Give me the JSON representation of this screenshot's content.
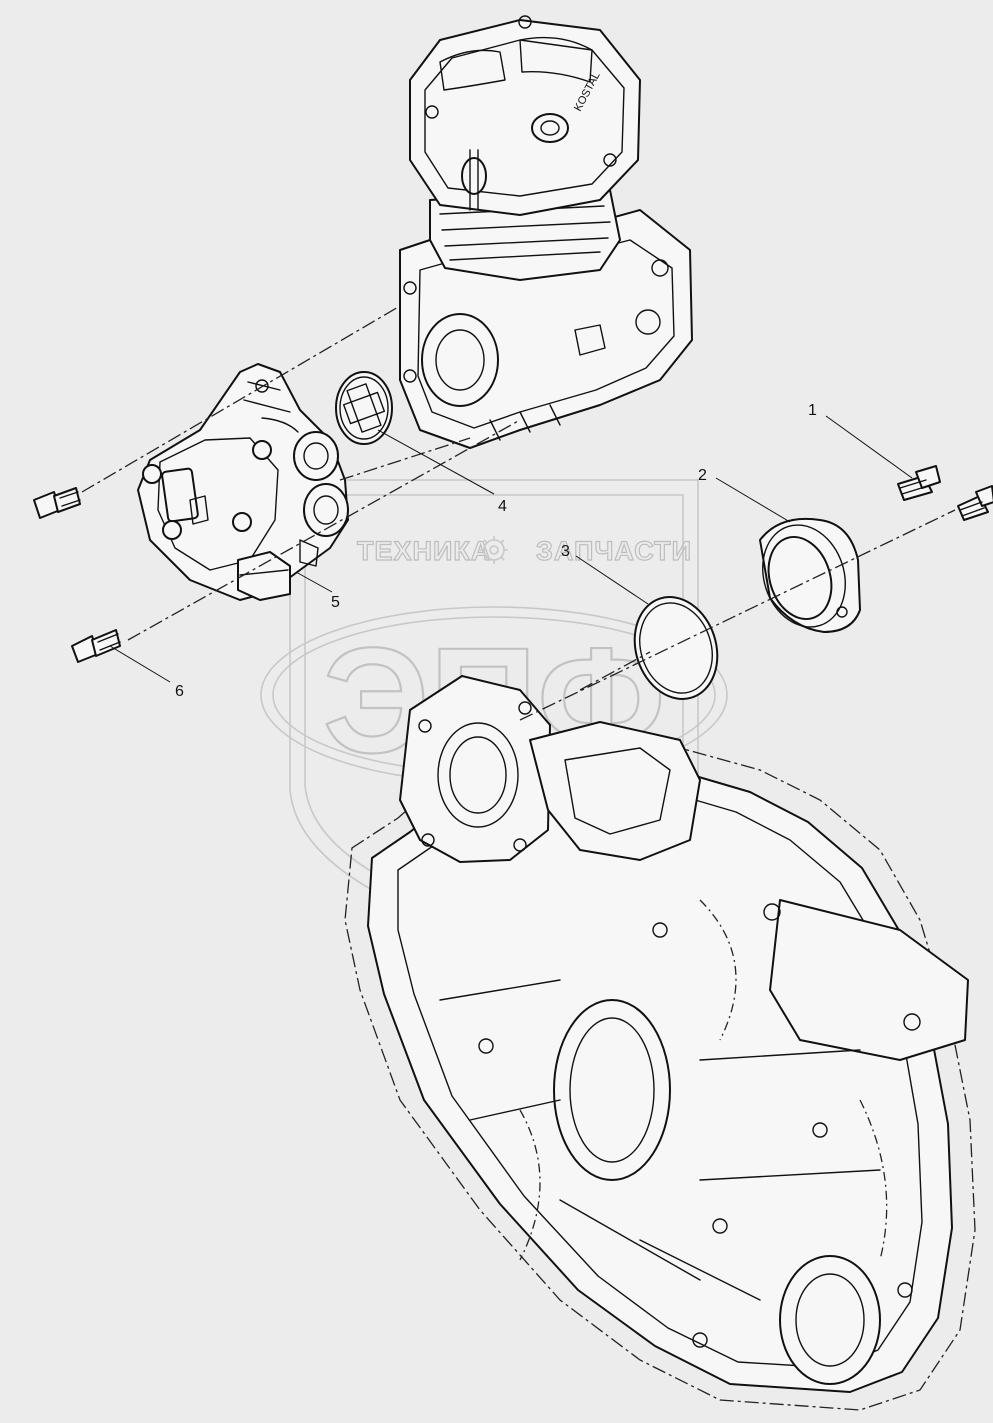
{
  "watermark": {
    "left_word": "ТЕХНИКА",
    "right_word": "ЗАПЧАСТИ",
    "logo_letters": "ЭПФ"
  },
  "compressor_marking": "KOSTAL",
  "callouts": [
    {
      "id": "1",
      "label": "1",
      "part": "bolt"
    },
    {
      "id": "2",
      "label": "2",
      "part": "drive-cover"
    },
    {
      "id": "3",
      "label": "3",
      "part": "o-ring"
    },
    {
      "id": "4",
      "label": "4",
      "part": "coupling"
    },
    {
      "id": "5",
      "label": "5",
      "part": "power-steering-pump"
    },
    {
      "id": "6",
      "label": "6",
      "part": "bolt"
    }
  ],
  "colors": {
    "background": "#ececec",
    "linework": "#111111",
    "watermark": "#c0c0c0"
  }
}
